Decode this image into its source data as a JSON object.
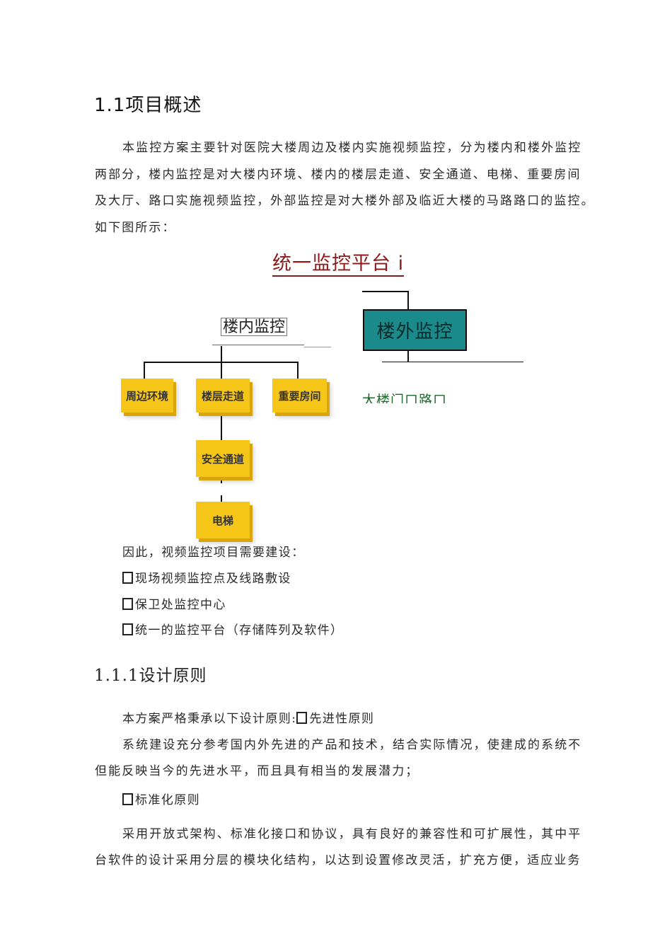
{
  "heading_1": "1.1项目概述",
  "intro_lines": [
    "本监控方案主要针对医院大楼周边及楼内实施视频监控，分为楼内和楼外监控",
    "两部分，楼内监控是对大楼内环境、楼内的楼层走道、安全通道、电梯、重要房间",
    "及大厅、路口实施视频监控，外部监控是对大楼外部及临近大楼的马路路口的监控。",
    "如下图所示："
  ],
  "diagram": {
    "title": "统一监控平台 i",
    "indoor_label": "楼内监控",
    "outdoor_label": "楼外监控",
    "indoor_children": [
      "周边环境",
      "楼层走道",
      "重要房间"
    ],
    "corridor_children": [
      "安全通道",
      "电梯"
    ],
    "outdoor_child": "大楼门口路口",
    "colors": {
      "box_fill": "#f5c518",
      "outdoor_fill": "#1a8a8a",
      "title_color": "#8b1a1a",
      "outdoor_child_color": "#1f6b2e"
    }
  },
  "build_intro": "因此，视频监控项目需要建设：",
  "build_items": [
    "现场视频监控点及线路敷设",
    "保卫处监控中心",
    "统一的监控平台（存储阵列及软件）"
  ],
  "heading_2": "1.1.1设计原则",
  "principles_intro": "本方案严格秉承以下设计原则:",
  "principle_1_title": "先进性原则",
  "principle_1_lines": [
    "系统建设充分参考国内外先进的产品和技术，结合实际情况，使建成的系统不",
    "但能反映当今的先进水平，而且具有相当的发展潜力；"
  ],
  "principle_2_title": "标准化原则",
  "principle_2_lines": [
    "采用开放式架构、标准化接口和协议，具有良好的兼容性和可扩展性，其中平",
    "台软件的设计采用分层的模块化结构，以达到设置修改灵活，扩充方便，适应业务"
  ]
}
